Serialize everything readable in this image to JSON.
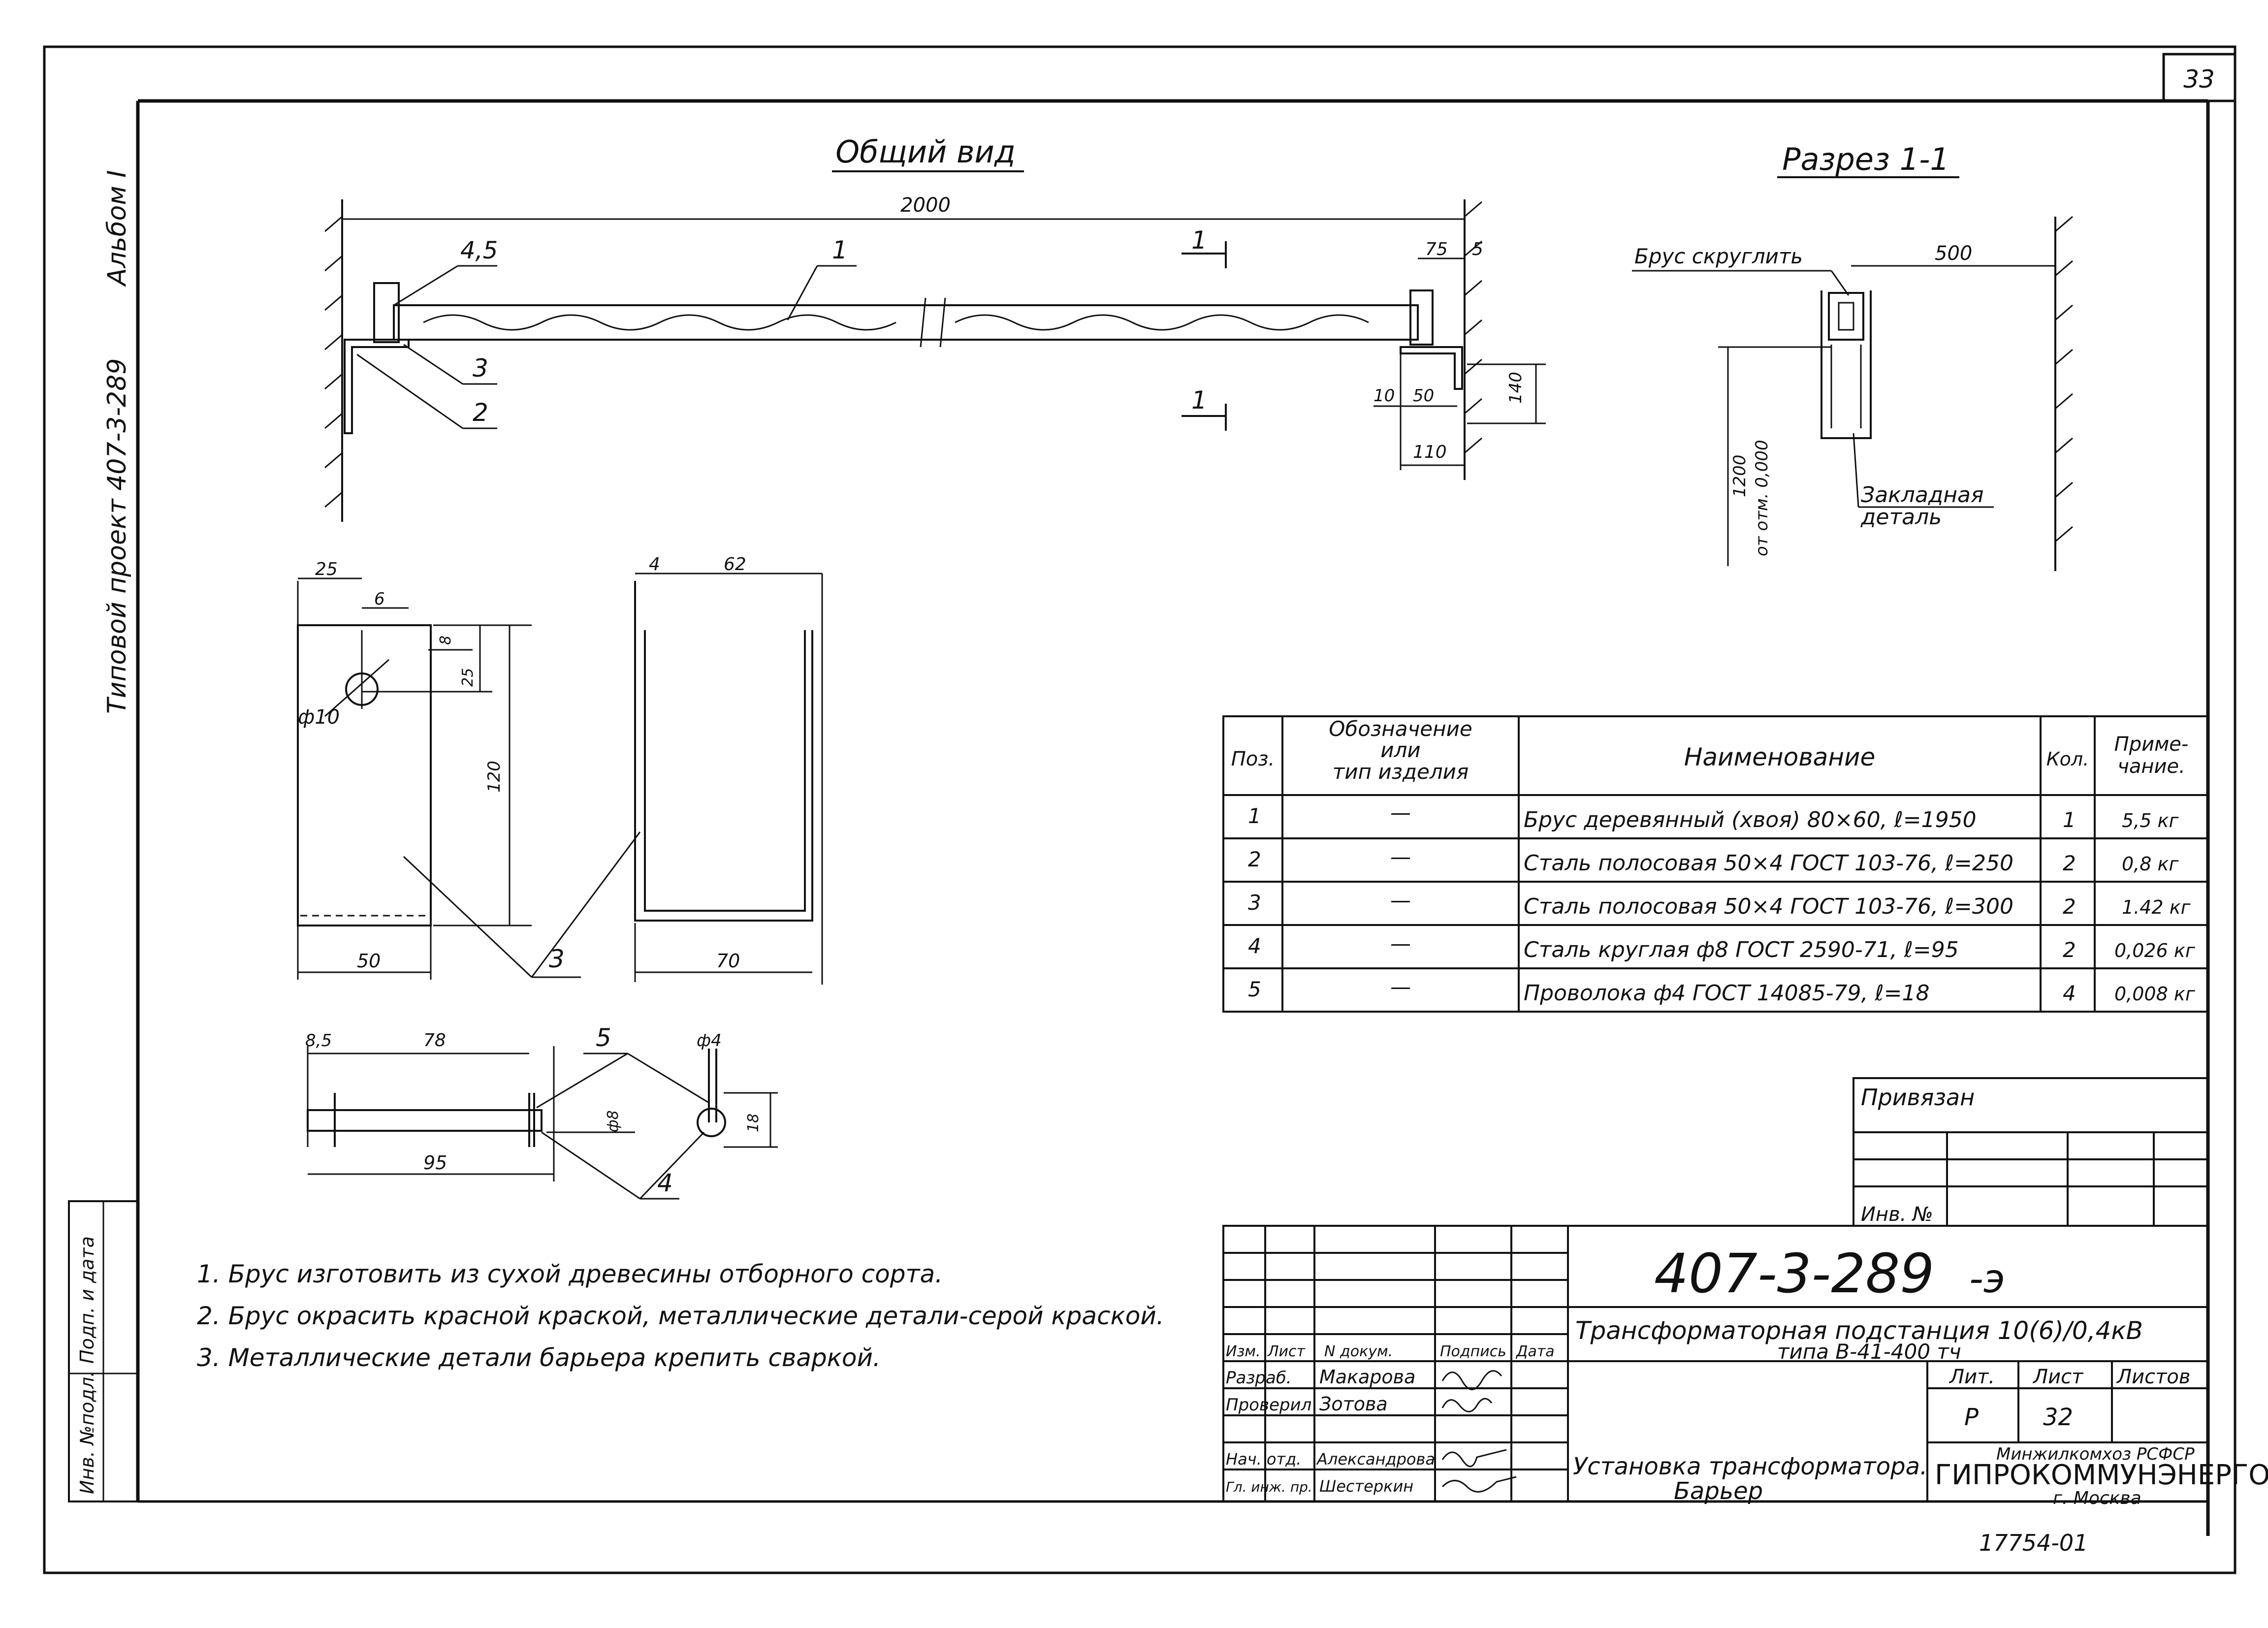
{
  "sheet": {
    "page_number": "33",
    "album_label": "Альбом I",
    "project_label": "Типовой проект 407-3-289",
    "binding_inv": "Инв. №подл.",
    "binding_sign": "Подп. и дата",
    "bottom_ref": "17754-01"
  },
  "views": {
    "general_title": "Общий вид",
    "section_title": "Разрез 1-1",
    "section_marker": "1",
    "dim_2000": "2000",
    "dim_75": "75",
    "dim_5": "5",
    "dim_140": "140",
    "dim_10": "10",
    "dim_50a": "50",
    "dim_110": "110",
    "pos_45": "4,5",
    "pos_1": "1",
    "pos_3": "3",
    "pos_2": "2",
    "round_note": "Брус скруглить",
    "dim_500": "500",
    "elev_1": "1200",
    "elev_2": "от отм. 0,000",
    "embedded_1": "Закладная",
    "embedded_2": "деталь"
  },
  "details": {
    "d_25": "25",
    "d_6": "6",
    "d_8": "8",
    "d_25b": "25",
    "d_phi10": "ф10",
    "d_120": "120",
    "d_50": "50",
    "d_4": "4",
    "d_62": "62",
    "d_70": "70",
    "d_3": "3",
    "d_85": "8,5",
    "d_78": "78",
    "d_5": "5",
    "d_phi4": "ф4",
    "d_phi8": "ф8",
    "d_18": "18",
    "d_95": "95",
    "d_4b": "4"
  },
  "spec": {
    "headers": {
      "pos": "Поз.",
      "designation_1": "Обозначение",
      "designation_2": "или",
      "designation_3": "тип изделия",
      "name": "Наименование",
      "qty": "Кол.",
      "note_1": "Приме-",
      "note_2": "чание."
    },
    "rows": [
      {
        "pos": "1",
        "designation": "—",
        "name": "Брус деревянный (хвоя) 80×60, ℓ=1950",
        "qty": "1",
        "note": "5,5 кг"
      },
      {
        "pos": "2",
        "designation": "—",
        "name": "Сталь полосовая 50×4 ГОСТ 103-76, ℓ=250",
        "qty": "2",
        "note": "0,8 кг"
      },
      {
        "pos": "3",
        "designation": "—",
        "name": "Сталь полосовая 50×4 ГОСТ 103-76, ℓ=300",
        "qty": "2",
        "note": "1.42 кг"
      },
      {
        "pos": "4",
        "designation": "—",
        "name": "Сталь круглая ф8 ГОСТ 2590-71, ℓ=95",
        "qty": "2",
        "note": "0,026 кг"
      },
      {
        "pos": "5",
        "designation": "—",
        "name": "Проволока ф4 ГОСТ 14085-79, ℓ=18",
        "qty": "4",
        "note": "0,008 кг"
      }
    ]
  },
  "notes": [
    "1. Брус изготовить из сухой древесины отборного сорта.",
    "2. Брус окрасить красной краской, металлические детали-серой краской.",
    "3. Металлические детали барьера крепить сваркой."
  ],
  "binding_box": {
    "title": "Привязан",
    "inv": "Инв. №"
  },
  "title_block": {
    "doc_code": "407-3-289",
    "doc_suffix": "-э",
    "project_1": "Трансформаторная подстанция 10(6)/0,4кВ",
    "project_2": "типа В-41-400 тч",
    "col_headers": [
      "Изм.",
      "Лист",
      "N докум.",
      "Подпись",
      "Дата"
    ],
    "staff": [
      {
        "role": "Разраб.",
        "name": "Макарова"
      },
      {
        "role": "Проверил",
        "name": "Зотова"
      },
      {
        "role": "Нач. отд.",
        "name": "Александрова"
      },
      {
        "role": "Гл. инж. пр.",
        "name": "Шестеркин"
      }
    ],
    "lit_label": "Лит.",
    "sheet_label": "Лист",
    "sheets_label": "Листов",
    "lit_value": "Р",
    "sheet_value": "32",
    "drawing_1": "Установка трансформатора.",
    "drawing_2": "Барьер",
    "org_top": "Минжилкомхоз РСФСР",
    "org_name": "ГИПРОКОММУНЭНЕРГО",
    "org_city": "г. Москва"
  }
}
